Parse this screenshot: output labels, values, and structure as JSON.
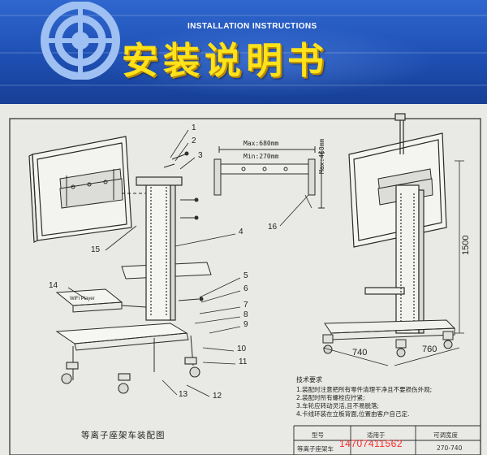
{
  "banner": {
    "subtitle": "INSTALLATION INSTRUCTIONS",
    "title": "安装说明书",
    "title_color": "#ffe21a",
    "background": "#1e4fb3"
  },
  "drawing": {
    "dimensions": {
      "max_width": "Max:680mm",
      "min_width": "Min:270mm",
      "max_height": "Max:460mm",
      "height": "1500",
      "depth": "740",
      "width": "760"
    },
    "callouts": [
      "1",
      "2",
      "3",
      "4",
      "5",
      "6",
      "7",
      "8",
      "9",
      "10",
      "11",
      "12",
      "13",
      "14",
      "15",
      "16"
    ],
    "tray_label": "WiFi Player"
  },
  "tech_notes": {
    "title": "技术要求",
    "items": [
      "1.装配时注意把所有零件清理干净且不要损伤外观;",
      "2.装配时所有螺栓应拧紧;",
      "3.车轮应转动灵活,且不易脱落;",
      "4.卡线环装在立板背面,位置由客户自己定."
    ]
  },
  "title_block": {
    "drawing_title": "等离子座架车装配图",
    "model_label": "型号",
    "model_value": "等离子座架车",
    "fit_label": "适用于",
    "adjust_label": "可调宽度",
    "adjust_value": "270-740"
  },
  "watermark_phone": "14707411562",
  "watermark_color": "#ff2a2a"
}
